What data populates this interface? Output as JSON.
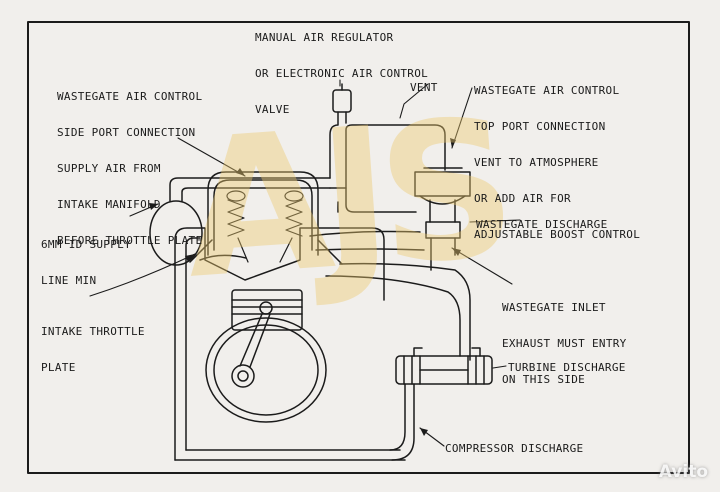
{
  "labels": {
    "regulator": [
      "MANUAL AIR REGULATOR",
      "OR ELECTRONIC AIR CONTROL",
      "VALVE"
    ],
    "vent": "VENT",
    "wg_top": [
      "WASTEGATE AIR CONTROL",
      "TOP PORT CONNECTION",
      "VENT TO ATMOSPHERE",
      "OR ADD AIR FOR",
      "ADJUSTABLE BOOST CONTROL"
    ],
    "wg_side": [
      "WASTEGATE AIR CONTROL",
      "SIDE PORT CONNECTION",
      "SUPPLY AIR FROM",
      "INTAKE MANIFOLD",
      "BEFORE THROTTLE PLATE"
    ],
    "supply_line": [
      "6MM ID SUPPLY",
      "LINE MIN"
    ],
    "wg_discharge": "WASTEGATE DISCHARGE",
    "wg_inlet": [
      "WASTEGATE INLET",
      "EXHAUST MUST ENTRY",
      "ON THIS SIDE"
    ],
    "throttle": [
      "INTAKE THROTTLE",
      "PLATE"
    ],
    "turbine": "TURBINE DISCHARGE",
    "compressor": "COMPRESSOR DISCHARGE"
  },
  "watermark": {
    "logo_text": "AJS",
    "site_mark": "Avito",
    "color": "#ecc86e"
  },
  "colors": {
    "paper": "#f1efec",
    "ink": "#1b1b1b"
  }
}
